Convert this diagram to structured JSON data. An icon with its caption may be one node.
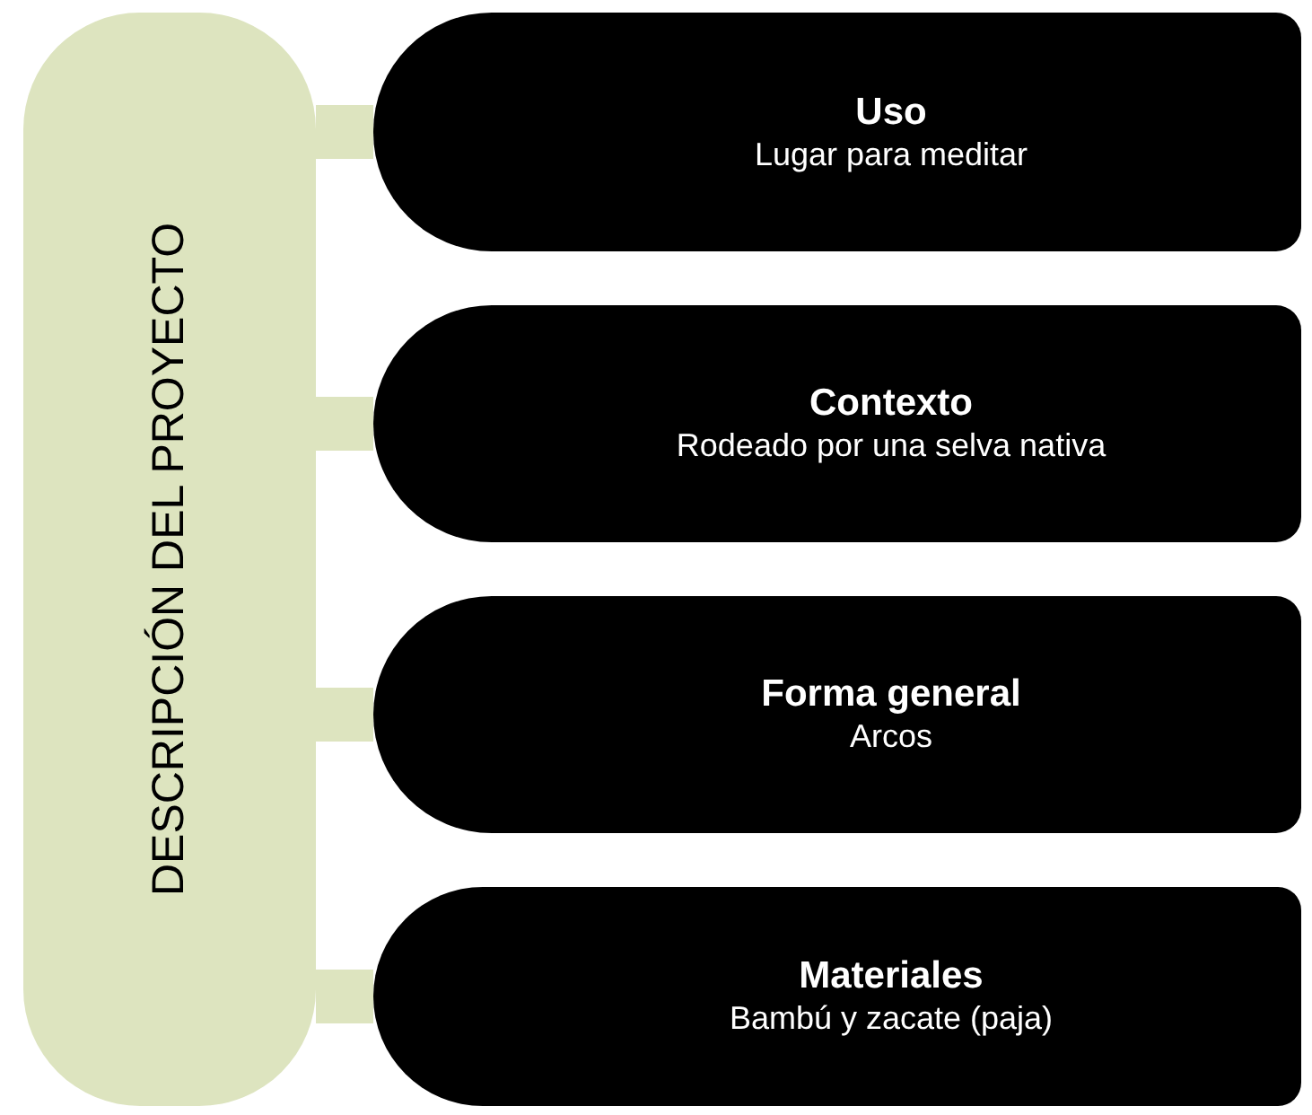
{
  "diagram": {
    "nodes": [
      {
        "text": [
          "DESCRIPCIÓN DEL PROYECTO"
        ]
      },
      {
        "text": [
          "Uso",
          "Lugar para meditar"
        ]
      },
      {
        "text": [
          "Contexto",
          "Rodeado por una selva nativa"
        ]
      },
      {
        "text": [
          "Forma general",
          "Arcos"
        ]
      },
      {
        "text": [
          "Materiales",
          "Bambú y zacate (paja)"
        ]
      }
    ],
    "edges": [
      {
        "from": 0,
        "to": 1,
        "arrow": "none"
      },
      {
        "from": 0,
        "to": 2,
        "arrow": "none"
      },
      {
        "from": 0,
        "to": 3,
        "arrow": "none"
      },
      {
        "from": 0,
        "to": 4,
        "arrow": "none"
      }
    ]
  }
}
